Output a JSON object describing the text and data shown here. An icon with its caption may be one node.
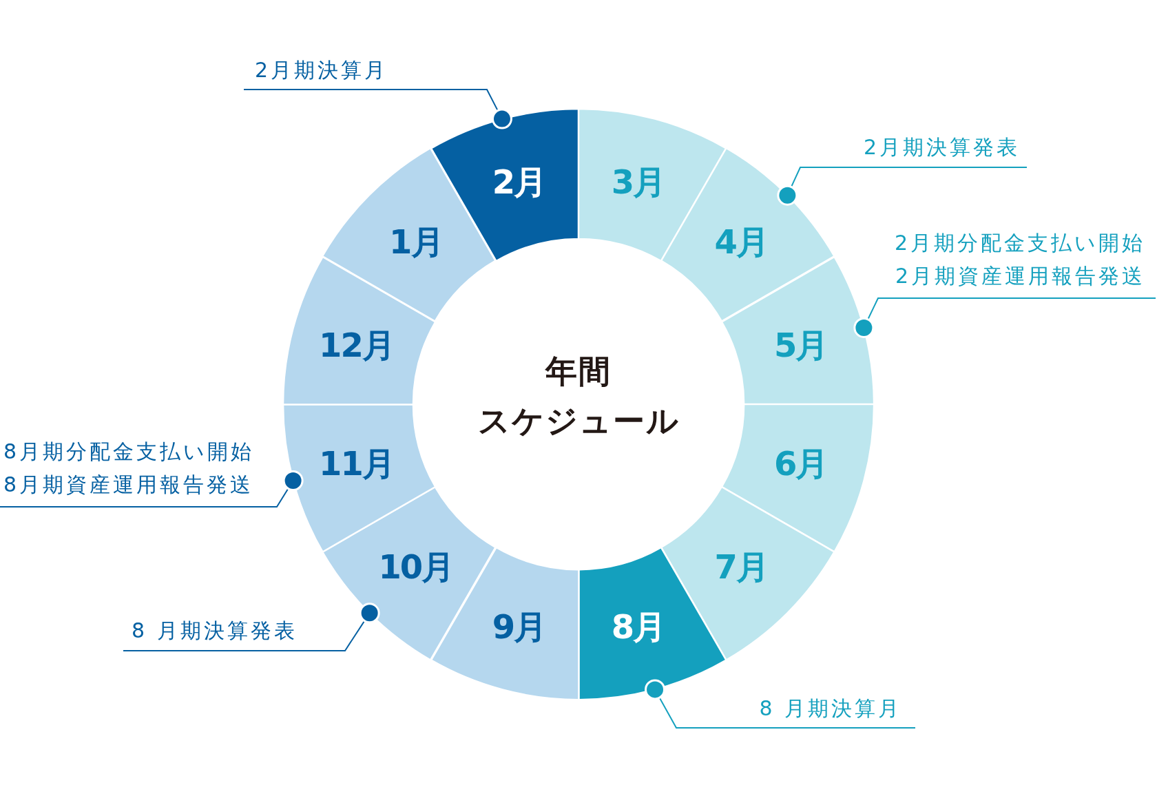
{
  "diagram": {
    "title": "年間スケジュール",
    "nodes": [
      {
        "text": [
          "2月"
        ]
      },
      {
        "text": [
          "3月"
        ]
      },
      {
        "text": [
          "4月"
        ]
      },
      {
        "text": [
          "5月"
        ]
      },
      {
        "text": [
          "6月"
        ]
      },
      {
        "text": [
          "7月"
        ]
      },
      {
        "text": [
          "8月"
        ]
      },
      {
        "text": [
          "9月"
        ]
      },
      {
        "text": [
          "10月"
        ]
      },
      {
        "text": [
          "11月"
        ]
      },
      {
        "text": [
          "12月"
        ]
      },
      {
        "text": [
          "1月"
        ]
      },
      {
        "text": [
          "2月期決算月"
        ]
      },
      {
        "text": [
          "2月期決算発表"
        ]
      },
      {
        "text": [
          "2月期分配金支払い開始",
          "2月期資産運用報告発送"
        ]
      },
      {
        "text": [
          "8月期分配金支払い開始",
          "8月期資産運用報告発送"
        ]
      },
      {
        "text": [
          "8 月期決算発表"
        ]
      },
      {
        "text": [
          "8 月期決算月"
        ]
      }
    ],
    "edges": [
      {
        "from": 12,
        "to": 0,
        "arrow": "other",
        "color": "#0560a2"
      },
      {
        "from": 13,
        "to": 2,
        "arrow": "other",
        "color": "#14a0be"
      },
      {
        "from": 14,
        "to": 3,
        "arrow": "other",
        "color": "#14a0be"
      },
      {
        "from": 15,
        "to": 9,
        "arrow": "other",
        "color": "#0560a2"
      },
      {
        "from": 16,
        "to": 8,
        "arrow": "other",
        "color": "#0560a2"
      },
      {
        "from": 17,
        "to": 6,
        "arrow": "other",
        "color": "#14a0be"
      }
    ]
  }
}
